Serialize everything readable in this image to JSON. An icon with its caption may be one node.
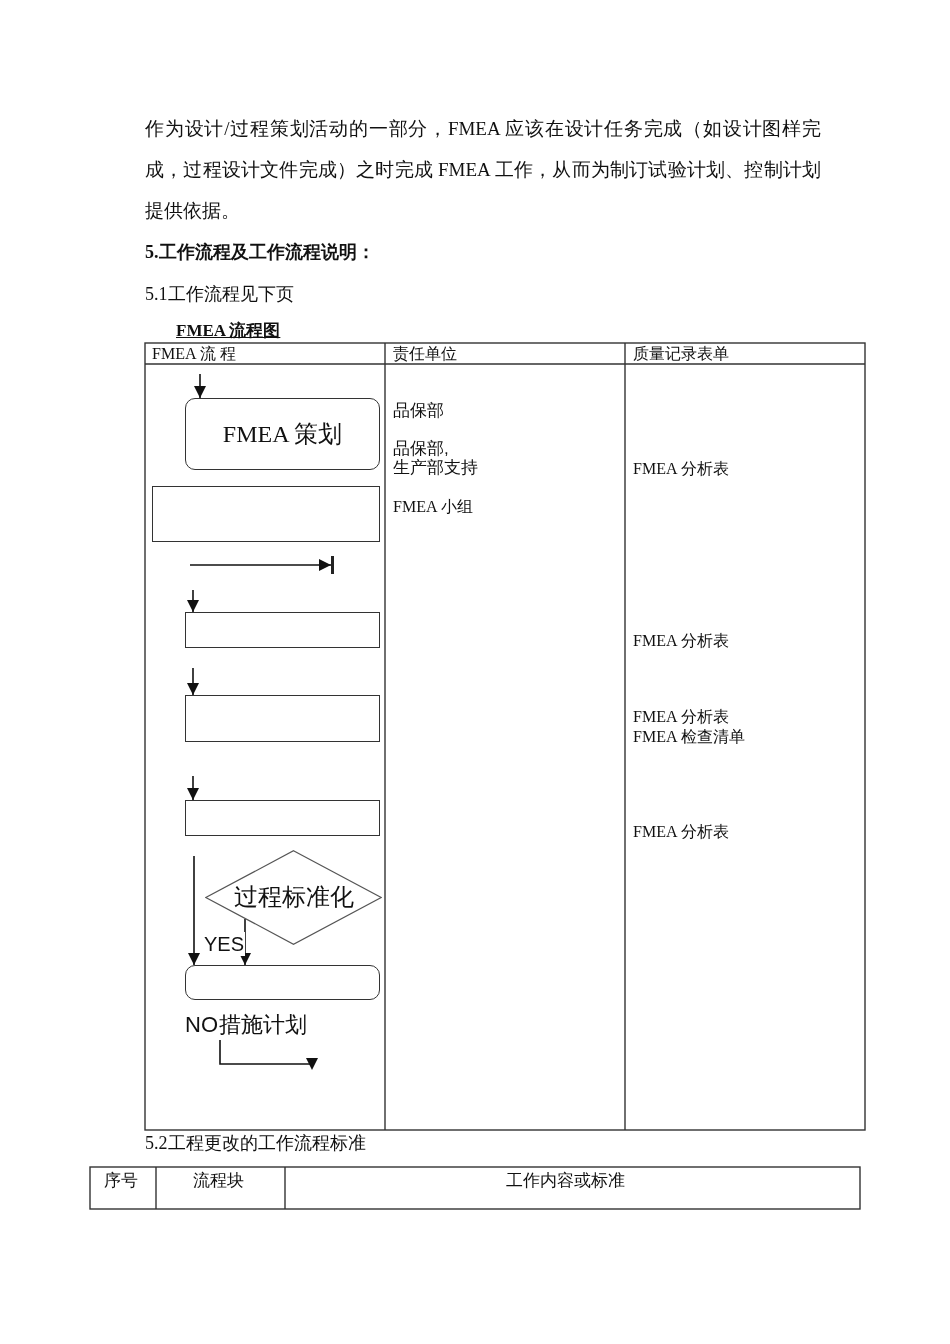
{
  "diagram": {
    "title": "FMEA 流程图",
    "nodes": [
      {
        "text": [
          "FMEA 策划"
        ]
      },
      {
        "text": [],
        "shape": "box"
      },
      {
        "text": [],
        "shape": "bar"
      },
      {
        "text": [],
        "shape": "box"
      },
      {
        "text": [],
        "shape": "box"
      },
      {
        "text": [],
        "shape": "box"
      },
      {
        "text": [
          "过程标准化"
        ]
      },
      {
        "text": [],
        "shape": "box"
      },
      {
        "text": [
          "措施计划"
        ]
      }
    ],
    "edges": [
      {
        "from": null,
        "to": 0,
        "arrow": "to"
      },
      {
        "from": null,
        "to": 2,
        "arrow": "to"
      },
      {
        "from": null,
        "to": 3,
        "arrow": "to"
      },
      {
        "from": null,
        "to": 4,
        "arrow": "to"
      },
      {
        "from": null,
        "to": 5,
        "arrow": "to"
      },
      {
        "from": null,
        "to": 7,
        "arrow": "to"
      },
      {
        "from": 6,
        "to": 7,
        "arrow": "to",
        "label": "YES"
      },
      {
        "from": 8,
        "to": null,
        "arrow": "to"
      }
    ],
    "labels": [
      "作为设计/过程策划活动的一部分，FMEA 应该在设计任务完成（如设计图样完成，过程设计文件完成）之时完成 FMEA 工作，从而为制订试验计划、控制计划提供依据。",
      "5.工作流程及工作流程说明：",
      "5.1工作流程见下页",
      "FMEA 流 程",
      "责任单位",
      "质量记录表单",
      "NO",
      "品保部",
      "品保部,",
      "生产部支持",
      "FMEA 小组",
      "FMEA 分析表",
      "FMEA 分析表",
      "FMEA 分析表",
      "FMEA 检查清单",
      "FMEA 分析表",
      "5.2工程更改的工作流程标准",
      "序号",
      "流程块",
      "工作内容或标准"
    ]
  }
}
